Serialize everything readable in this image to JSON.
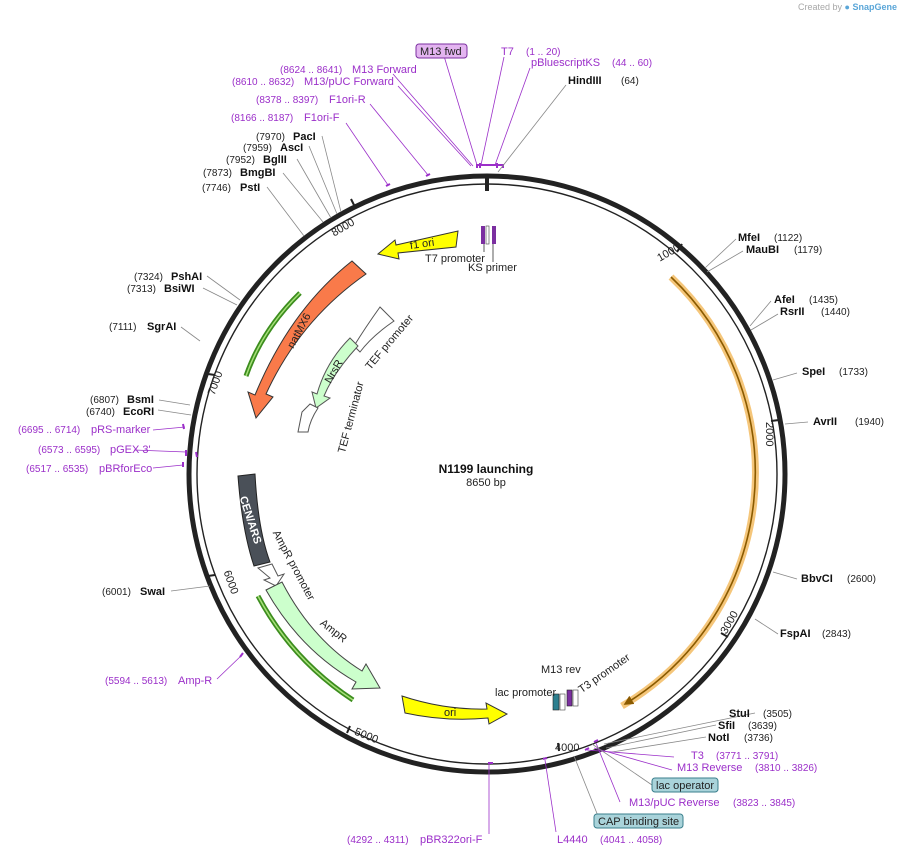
{
  "branding": {
    "prefix": "Created by",
    "logo_text": "SnapGene"
  },
  "plasmid": {
    "name": "N1199 launching",
    "length_label": "8650 bp"
  },
  "colors": {
    "backbone": "#222222",
    "enzyme_line": "#7a7a7a",
    "primer": "#9b2fc9",
    "feature_yellow": "#ffff00",
    "feature_orange": "#f97a4a",
    "feature_lightgreen": "#ccffcc",
    "feature_darkgreen": "#3c8d1e",
    "feature_darkgray": "#4a5058",
    "feature_white": "#ffffff",
    "orf_orange": "#f5c67a",
    "label_box_purple": "#e3b4f0",
    "label_box_teal": "#a9d3da"
  },
  "tick_labels": [
    "1000",
    "2000",
    "3000",
    "4000",
    "5000",
    "6000",
    "7000",
    "8000"
  ],
  "enzymes": [
    {
      "name": "HindIII",
      "pos": "(64)"
    },
    {
      "name": "MfeI",
      "pos": "(1122)"
    },
    {
      "name": "MauBI",
      "pos": "(1179)"
    },
    {
      "name": "AfeI",
      "pos": "(1435)"
    },
    {
      "name": "RsrII",
      "pos": "(1440)"
    },
    {
      "name": "SpeI",
      "pos": "(1733)"
    },
    {
      "name": "AvrII",
      "pos": "(1940)"
    },
    {
      "name": "BbvCI",
      "pos": "(2600)"
    },
    {
      "name": "FspAI",
      "pos": "(2843)"
    },
    {
      "name": "StuI",
      "pos": "(3505)"
    },
    {
      "name": "SfiI",
      "pos": "(3639)"
    },
    {
      "name": "NotI",
      "pos": "(3736)"
    },
    {
      "name": "SwaI",
      "pos": "(6001)"
    },
    {
      "name": "BsmI",
      "pos": "(6807)"
    },
    {
      "name": "EcoRI",
      "pos": "(6740)"
    },
    {
      "name": "SgrAI",
      "pos": "(7111)"
    },
    {
      "name": "PshAI",
      "pos": "(7324)"
    },
    {
      "name": "BsiWI",
      "pos": "(7313)"
    },
    {
      "name": "PstI",
      "pos": "(7746)"
    },
    {
      "name": "BmgBI",
      "pos": "(7873)"
    },
    {
      "name": "BglII",
      "pos": "(7952)"
    },
    {
      "name": "AscI",
      "pos": "(7959)"
    },
    {
      "name": "PacI",
      "pos": "(7970)"
    }
  ],
  "primers": [
    {
      "name": "M13 fwd",
      "pos": "",
      "boxed": true
    },
    {
      "name": "T7",
      "pos": "(1 .. 20)"
    },
    {
      "name": "pBluescriptKS",
      "pos": "(44 .. 60)"
    },
    {
      "name": "M13 Forward",
      "pos": "(8624 .. 8641)"
    },
    {
      "name": "M13/pUC Forward",
      "pos": "(8610 .. 8632)"
    },
    {
      "name": "F1ori-R",
      "pos": "(8378 .. 8397)"
    },
    {
      "name": "F1ori-F",
      "pos": "(8166 .. 8187)"
    },
    {
      "name": "pRS-marker",
      "pos": "(6695 .. 6714)"
    },
    {
      "name": "pGEX 3'",
      "pos": "(6573 .. 6595)"
    },
    {
      "name": "pBRforEco",
      "pos": "(6517 .. 6535)"
    },
    {
      "name": "Amp-R",
      "pos": "(5594 .. 5613)"
    },
    {
      "name": "pBR322ori-F",
      "pos": "(4292 .. 4311)"
    },
    {
      "name": "L4440",
      "pos": ""
    },
    {
      "name": "T3",
      "pos": "(3771 .. 3791)"
    },
    {
      "name": "M13 Reverse",
      "pos": "(3810 .. 3826)"
    },
    {
      "name": "M13/pUC Reverse",
      "pos": "(3823 .. 3845)"
    },
    {
      "name": "(4041 .. 4058)",
      "pos": ""
    }
  ],
  "boxed_labels": [
    {
      "name": "lac operator"
    },
    {
      "name": "CAP binding site"
    }
  ],
  "features": [
    {
      "name": "f1 ori",
      "type": "rep_origin"
    },
    {
      "name": "T7 promoter",
      "type": "promoter"
    },
    {
      "name": "KS primer",
      "type": "primer_bind"
    },
    {
      "name": "natMX6",
      "type": "CDS"
    },
    {
      "name": "NrsR",
      "type": "CDS"
    },
    {
      "name": "TEF promoter",
      "type": "promoter"
    },
    {
      "name": "TEF terminator",
      "type": "terminator"
    },
    {
      "name": "CEN/ARS",
      "type": "misc"
    },
    {
      "name": "AmpR promoter",
      "type": "promoter"
    },
    {
      "name": "AmpR",
      "type": "CDS"
    },
    {
      "name": "ori",
      "type": "rep_origin"
    },
    {
      "name": "M13 rev",
      "type": "primer_bind"
    },
    {
      "name": "T3 promoter",
      "type": "promoter"
    },
    {
      "name": "lac promoter",
      "type": "promoter"
    }
  ]
}
